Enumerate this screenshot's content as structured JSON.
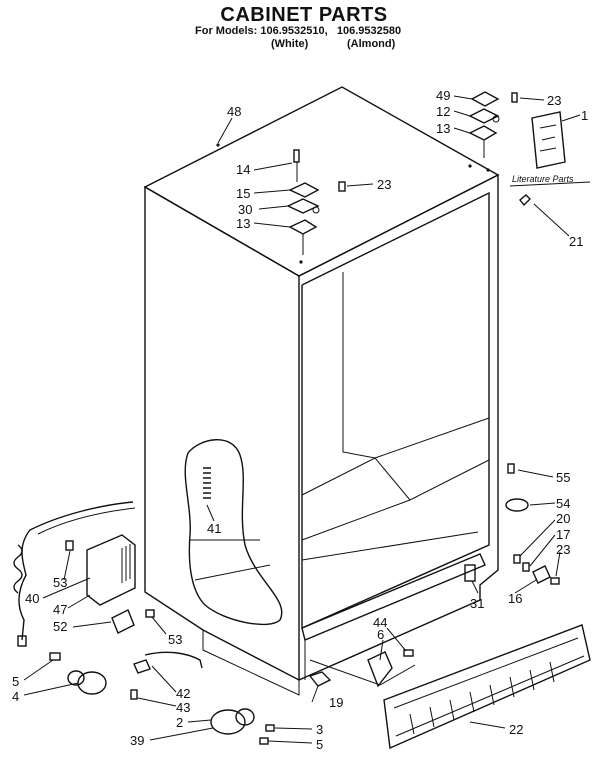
{
  "header": {
    "title": "CABINET PARTS",
    "models_line": "For Models: 106.9532510,   106.9532580",
    "variant_white": "(White)",
    "variant_almond": "(Almond)"
  },
  "literature_label": "Literature Parts",
  "callouts": {
    "c48": "48",
    "c49": "49",
    "c12": "12",
    "c13a": "13",
    "c23a": "23",
    "c1": "1",
    "c14": "14",
    "c15": "15",
    "c23b": "23",
    "c30": "30",
    "c13b": "13",
    "c21": "21",
    "c41": "41",
    "c55": "55",
    "c54": "54",
    "c20": "20",
    "c17": "17",
    "c23c": "23",
    "c16": "16",
    "c31": "31",
    "c53a": "53",
    "c40": "40",
    "c47": "47",
    "c52": "52",
    "c53b": "53",
    "c44": "44",
    "c6": "6",
    "c5a": "5",
    "c4": "4",
    "c42": "42",
    "c43": "43",
    "c19": "19",
    "c2": "2",
    "c3": "3",
    "c5b": "5",
    "c39": "39",
    "c22": "22"
  }
}
